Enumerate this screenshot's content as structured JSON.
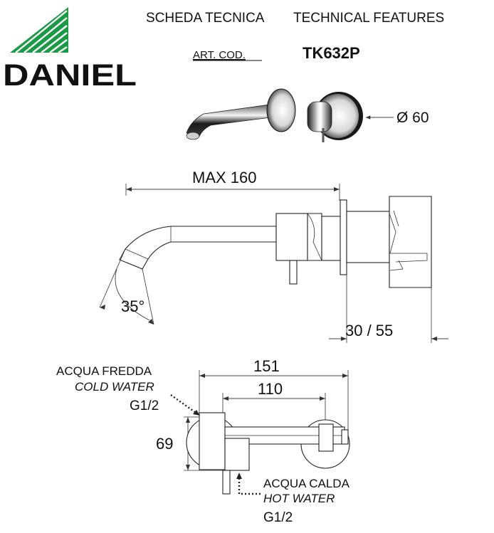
{
  "brand": {
    "name": "DANIEL",
    "colors": {
      "green": "#1a9a45",
      "text": "#111111"
    }
  },
  "header": {
    "title_it": "SCHEDA TECNICA",
    "title_en": "TECHNICAL FEATURES",
    "art_label": "ART. COD.",
    "art_code": "TK632P"
  },
  "dimensions": {
    "diameter": "Ø 60",
    "max_length": "MAX 160",
    "angle": "35°",
    "wall_range": "30 / 55",
    "overall_width": "151",
    "inner_width": "110",
    "height": "69"
  },
  "connections": {
    "cold": {
      "it": "ACQUA FREDDA",
      "en": "COLD WATER",
      "thread": "G1/2"
    },
    "hot": {
      "it": "ACQUA CALDA",
      "en": "HOT WATER",
      "thread": "G1/2"
    }
  }
}
